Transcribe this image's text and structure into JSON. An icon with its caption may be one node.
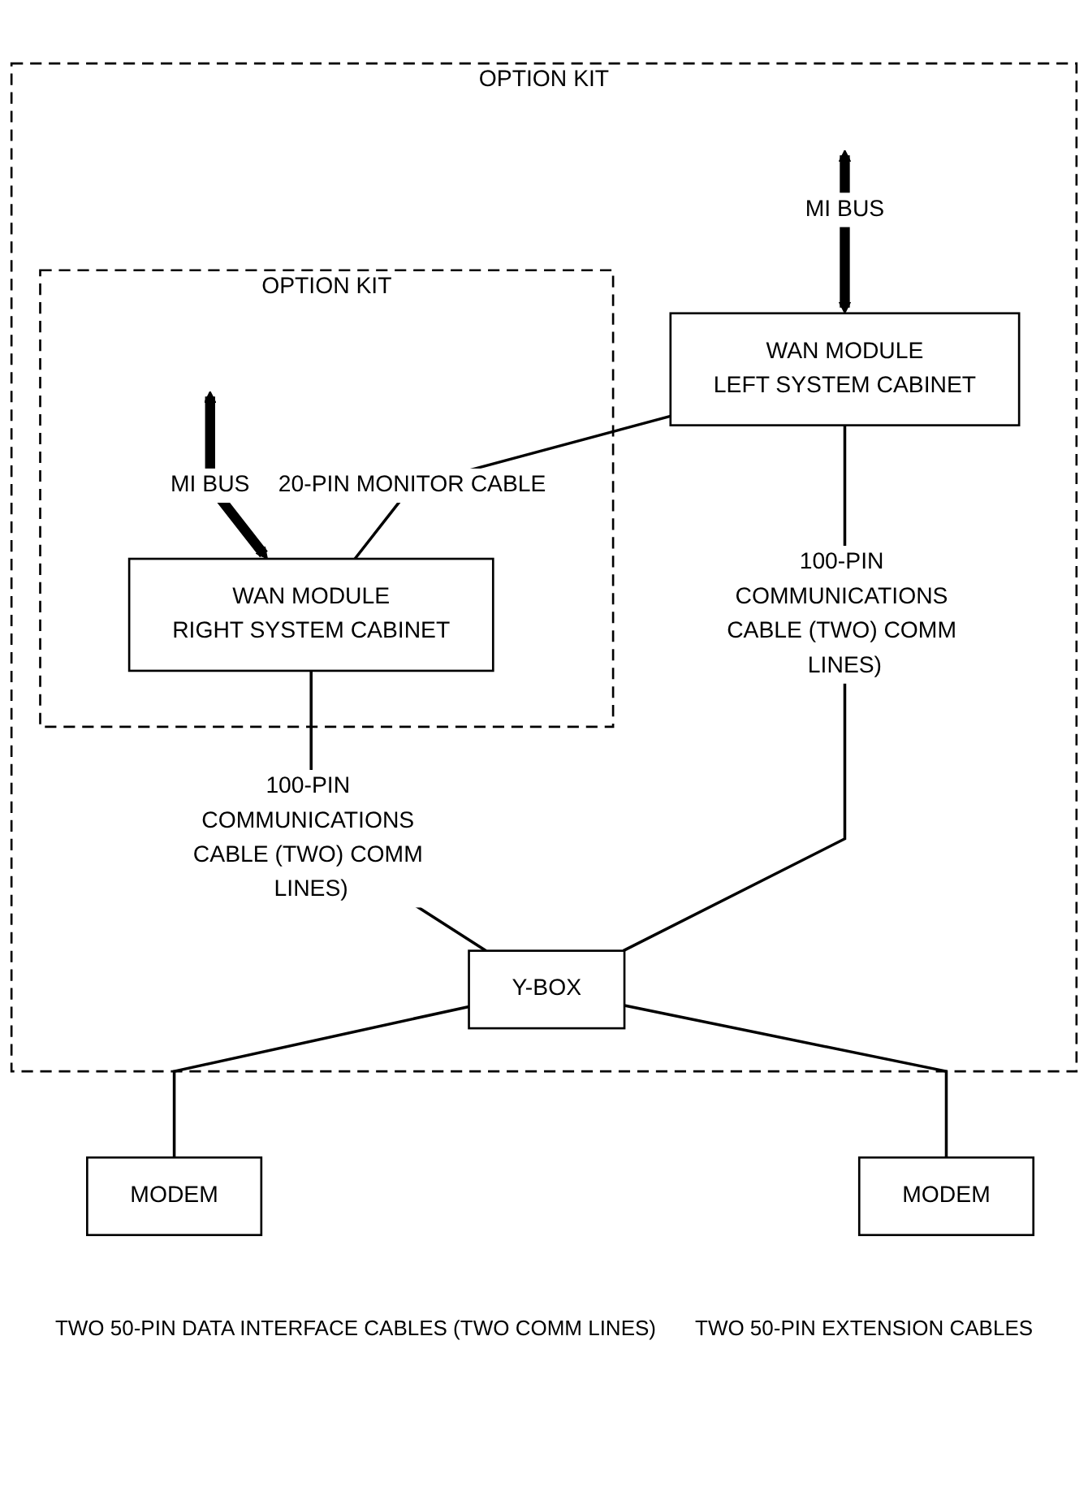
{
  "diagram": {
    "nodes": [
      {
        "text": [
          "OPTION KIT"
        ]
      },
      {
        "text": [
          "OPTION KIT"
        ],
        "in": 0
      },
      {
        "text": [
          "WAN MODULE",
          "LEFT SYSTEM CABINET"
        ],
        "in": 0
      },
      {
        "text": [
          "WAN MODULE",
          "RIGHT SYSTEM CABINET"
        ],
        "in": 1
      },
      {
        "text": [
          "Y-BOX"
        ],
        "in": 0
      },
      {
        "text": [
          "MODEM"
        ]
      },
      {
        "text": [
          "MODEM"
        ]
      }
    ],
    "edges": [
      {
        "from": null,
        "to": 2,
        "arrow": "both",
        "label": "MI BUS",
        "style": "thick"
      },
      {
        "from": null,
        "to": 3,
        "arrow": "both",
        "label": "MI BUS",
        "style": "thick"
      },
      {
        "from": 2,
        "to": 3,
        "arrow": "none",
        "label": "20-PIN MONITOR CABLE"
      },
      {
        "from": 2,
        "to": 4,
        "arrow": "none",
        "label": "100-PIN COMMUNICATIONS CABLE (TWO) COMM LINES)"
      },
      {
        "from": 3,
        "to": 4,
        "arrow": "none",
        "label": "100-PIN COMMUNICATIONS CABLE (TWO) COMM LINES)"
      },
      {
        "from": 4,
        "to": 5,
        "arrow": "none"
      },
      {
        "from": 4,
        "to": 6,
        "arrow": "none"
      }
    ],
    "labels": [
      "TWO 50-PIN DATA INTERFACE CABLES (TWO COMM LINES)",
      "TWO 50-PIN EXTENSION CABLES"
    ]
  }
}
